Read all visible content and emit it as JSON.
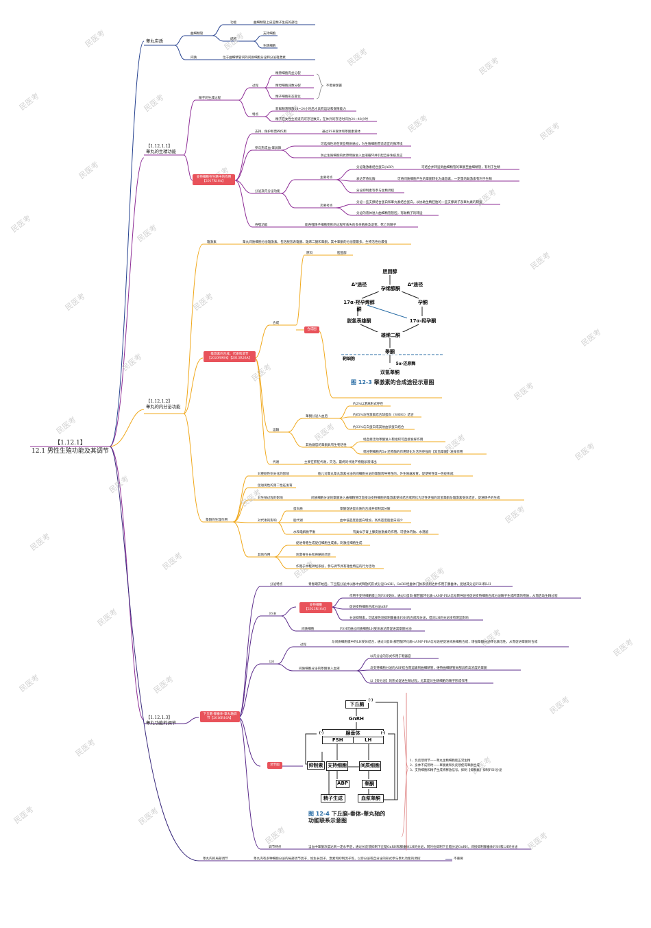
{
  "root": {
    "line1": "【1.12.1】",
    "line2": "12.1 男性生殖功能及其调节"
  },
  "watermark": "民医考",
  "s1": {
    "title": "睾丸实质",
    "seminiferous": "曲细精管",
    "function": "功能",
    "function_text": "曲细精管上皮是精子生成的部位",
    "structure": "结构",
    "sertoli": "支持细胞",
    "spermatogenic": "生精细胞",
    "interstitium": "间质",
    "interstitium_text": "位于曲细精管间的间质细胞分泌和分泌雄激素"
  },
  "s2": {
    "title_a": "【1.12.1.1】",
    "title_b": "睾丸的生精功能",
    "process": "精子的生成过程",
    "course": "过程",
    "p1": "精原细胞有丝分裂",
    "p2": "精母细胞减数分裂",
    "p3": "精子细胞形态变化",
    "not_required": "不需要掌握",
    "feature": "特点",
    "f1": "新鲜精液释放18~24小时后才具有运动和受精能力",
    "f2": "精子在女性生殖道内可存活数天，在体外的存活时间为24~48小时",
    "sertoli_box": "支持细胞在生精中的作用【2017R16A】",
    "support": "支持、保护和营养作用",
    "support_text": "通过FSH受体和睾酮素受体",
    "barrier": "参与形成血-睾屏障",
    "b1": "可选择性地在某些物质通过，为生殖细胞营造适宜的微环境",
    "b2": "防止生殖细胞的抗原物质进入血液循环并引起自身免疫反应",
    "endocrine": "分泌及内分泌功能",
    "main_exam": "主要考点",
    "m1": "分泌雄激素结合蛋白(ABP)",
    "m1_note": "可结合并转运到曲细精管的睾酮至曲细精管，有利于生精",
    "m2": "表达芳香化酶",
    "m2_note": "可将间质细胞产生的睾酮转化为雌激素，一定量的雌激素有利于生精",
    "m3": "分泌抑制素等参与生精调控",
    "sub_exam": "次要考点",
    "n1": "分泌一些支撑结合蛋白和睾丸素结合蛋白，以协助生精胚胎的一些支撑调子及睾丸素的转运",
    "n2": "分泌的液体进入曲细精管管腔，有助精子的转运",
    "phagocytosis": "吞噬功能",
    "phagocytosis_text": "能吞噬精子细胞变形的过程所丢失的多余胞质及退变、死亡的精子"
  },
  "s3": {
    "title_a": "【1.12.1.2】",
    "title_b": "睾丸的内分泌功能",
    "androgen": "雄激素",
    "androgen_text": "睾丸间质细胞分泌雄激素，包括脱氢表雄酮、雄烯二酮和睾酮，其中睾酮的分泌量最多，生物活性也最强",
    "box": "雄激素的合成、代谢和调节【2020R96A】【2013R26A】",
    "synthesis": "合成",
    "raw": "原料",
    "cholesterol": "胆固醇",
    "fig_btn": "合成图",
    "transport": "运输",
    "free": "睾酮分泌入血后",
    "t1": "约2%以游离形式存在",
    "t2": "约65%与性激素结合球蛋白（SHBG）结合",
    "t3": "约33%与白蛋白或其他血浆蛋白结合",
    "target": "其他器官的睾酮具有生物活性",
    "g1": "经直接活动睾酮进入靶组织可直接发挥作用",
    "g2": "或经靶细胞内5α-还原酶的作用转化为活性更强的【双氢睾酮】发挥作用",
    "metabolism": "代谢",
    "metabolism_text": "主要在肝脏代谢，灭活，最终的代谢产物随尿液排出",
    "effects": "睾酮的生理作用",
    "e1": "对胚胎性别分化的影响",
    "e1_text": "胎儿对睾丸睾丸激素分泌的间细胞分泌的睾酮诱导男性的，外生殖器发育，促使男性第一性征形成",
    "e2": "促进男性的第二性征发育",
    "e3": "对生殖过程的影响",
    "e3_text": "间质细胞分泌的睾酮进入曲细精管可直接与支持细胞的雄激素受体结合或转化为活性更强的双氢睾酮与雄激素受体结合，促进精子的生成",
    "e4": "对代谢的影响",
    "e4a": "蛋白质",
    "e4a_text": "睾酮促进蛋白质的合成并抑制其分解",
    "e4b": "脂代谢",
    "e4b_text": "血中低密度脂蛋白增加，高高密度脂蛋白减少",
    "e4c": "水和电解质平衡",
    "e4c_text": "有类似于肾上腺皮质激素的作用，可使体内钠、水潴留",
    "e5": "其他作用",
    "e5a": "促进骨骼生成促红细胞生成素，刺激红细胞生成",
    "e5b": "刺激骨生长和骨骼的闭合",
    "e5c": "作用于中枢神经系统，参与调节具有雄性特征的行为活动"
  },
  "s4": {
    "title_a": "【1.12.1.3】",
    "title_b": "睾丸功能的调节",
    "box": "下丘脑-腺垂体-睾丸轴调节【2016R16A】",
    "secretion": "分泌特点",
    "secretion_text": "青春期开始后，下丘脑分泌并以脉冲式释放的形式分泌GnRH，GnRH经垂体门脉系统到达并作用于腺垂体，促进其分泌FSH和LH",
    "sertoli_red": "支持细胞【2023R16A】",
    "fsh": "FSH",
    "f1": "作用于支持细胞膜上的FSH受体，通过G蛋白-腺苷酸环化酶-cAMP-PKA信号转导途径促进支持细胞合成分泌精子生成所需的物质，从而启动生精过程",
    "f2": "促进支持细胞合成分泌ABP",
    "f3": "分泌抑制素，可选择性地抑制腺垂体FSH的合成和分泌，但对LH的分泌没有明显影响",
    "leydig": "间质细胞",
    "leydig_text": "FSH可通过间质细胞LH受体表达而促进其睾酮分泌",
    "lh": "LH",
    "lh_proc": "过程",
    "lh_proc_text": "与间质细胞膜中的LH受体结合，通过G蛋白-腺苷酸环化酶-cAMP-PKA信号途径促进间质细胞合成，增强睾酮分泌转化酶活性，从而促进睾酮的合成",
    "lh_effect": "间质细胞分泌的睾酮进入血液",
    "l1": "以内分泌的形式作用于靶器官",
    "l2": "与支持细胞分泌的ABP结合而运输到曲细精管，维持曲细精管局部具有高浓度的睾酮",
    "l3": "以【旁分泌】的形式促进生精过程，尤其是对生精细胞的精子形成作用",
    "fig_btn": "调节图",
    "notes": [
      "1、负反馈调节——睾丸生精细胞能正常生精",
      "2、身体不成熟时——睾酮素和负反馈使得睾酮合成",
      "3、支持细胞和精子生成将释放信号，抑制【抑制素】抑制FSH分泌"
    ],
    "feedback": "调节特点",
    "feedback_text": "当血中睾酮浓度达到一定水平后，通过长反馈抑制下丘脑GnRH和腺垂体LH的分泌，同时也抑制下丘脑分泌GnRH，间接抑制腺垂体FSH和LH的分泌",
    "local": "睾丸内的局部调节",
    "local_text": "睾丸内有多种细胞分泌的局部调节因子，如生长因子、激素和抑制因子等，以旁分泌或自分泌的形式参与睾丸功能的调控",
    "not_required": "不重要"
  },
  "fig12_3": {
    "cholesterol": "胆固醇",
    "d5": "Δ⁵途径",
    "d4": "Δ⁴途径",
    "pregnenolone": "孕烯醇酮",
    "hydroxy_preg": "17α-羟孕烯醇酮",
    "progesterone": "孕酮",
    "dhea": "脱氢表雄酮",
    "hydroxy_prog": "17α-羟孕酮",
    "androstenedione": "雄烯二酮",
    "testosterone": "睾酮",
    "target_cell": "靶细胞",
    "reductase": "5α-还原酶",
    "dht": "双氢睾酮",
    "caption_no": "图 12-3",
    "caption": "睾激素的合成途径示意图"
  },
  "fig12_4": {
    "hypothalamus": "下丘脑",
    "gnrh": "GnRH",
    "pituitary": "腺垂体",
    "fsh": "FSH",
    "lh": "LH",
    "inhibin": "抑制素",
    "sertoli": "支持细胞",
    "leydig": "间质细胞",
    "abp": "ABP",
    "testosterone": "睾酮",
    "sperm": "精子生成",
    "bloodt": "血浆睾酮",
    "minus": "(-)",
    "caption_no": "图 12-4",
    "caption_a": "下丘脑-垂体-睾丸轴的",
    "caption_b": "功能联系示意图"
  },
  "colors": {
    "blue": "#25418f",
    "purple": "#8e2d96",
    "orange": "#f0a81b",
    "red": "#e8525a",
    "indigo": "#3a2a7c"
  }
}
